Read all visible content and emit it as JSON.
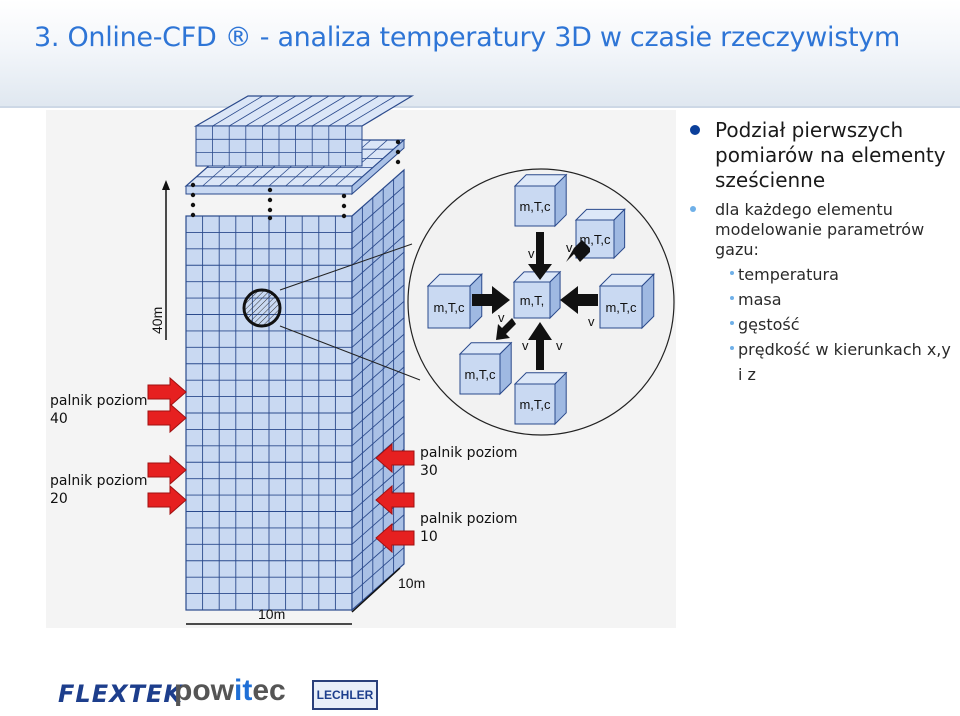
{
  "slide": {
    "title": "3. Online-CFD ® - analiza temperatury 3D w czasie rzeczywistym"
  },
  "figure": {
    "height_label": "40m",
    "depth_label": "10m",
    "width_label": "10m",
    "cell_params": "m,T,c",
    "cell_params_center": "m,T,",
    "velocity": "v",
    "burner_40_line1": "palnik poziom",
    "burner_40_line2": "40",
    "burner_20_line1": "palnik poziom",
    "burner_20_line2": "20",
    "burner_30_line1": "palnik poziom",
    "burner_30_line2": "30",
    "burner_10_line1": "palnik poziom",
    "burner_10_line2": "10"
  },
  "bullets": {
    "main": "Podział pierwszych pomiarów na elementy sześcienne",
    "sub": "dla każdego elementu modelowanie parametrów gazu:",
    "items": [
      "temperatura",
      "masa",
      "gęstość",
      "prędkość w kierunkach x,y i z"
    ]
  },
  "logos": {
    "flextek": "FLEXTEK",
    "powitec_a": "pow",
    "powitec_b": "it",
    "powitec_c": "ec",
    "lechler": "LECHLER"
  },
  "colors": {
    "title": "#2e75d6",
    "cube_fill": "#c9d9f2",
    "cube_edge": "#2b4a8c",
    "arrow_red": "#e62020",
    "bullet_main": "#0b3f9a",
    "bullet_sub": "#6fb0e8"
  }
}
